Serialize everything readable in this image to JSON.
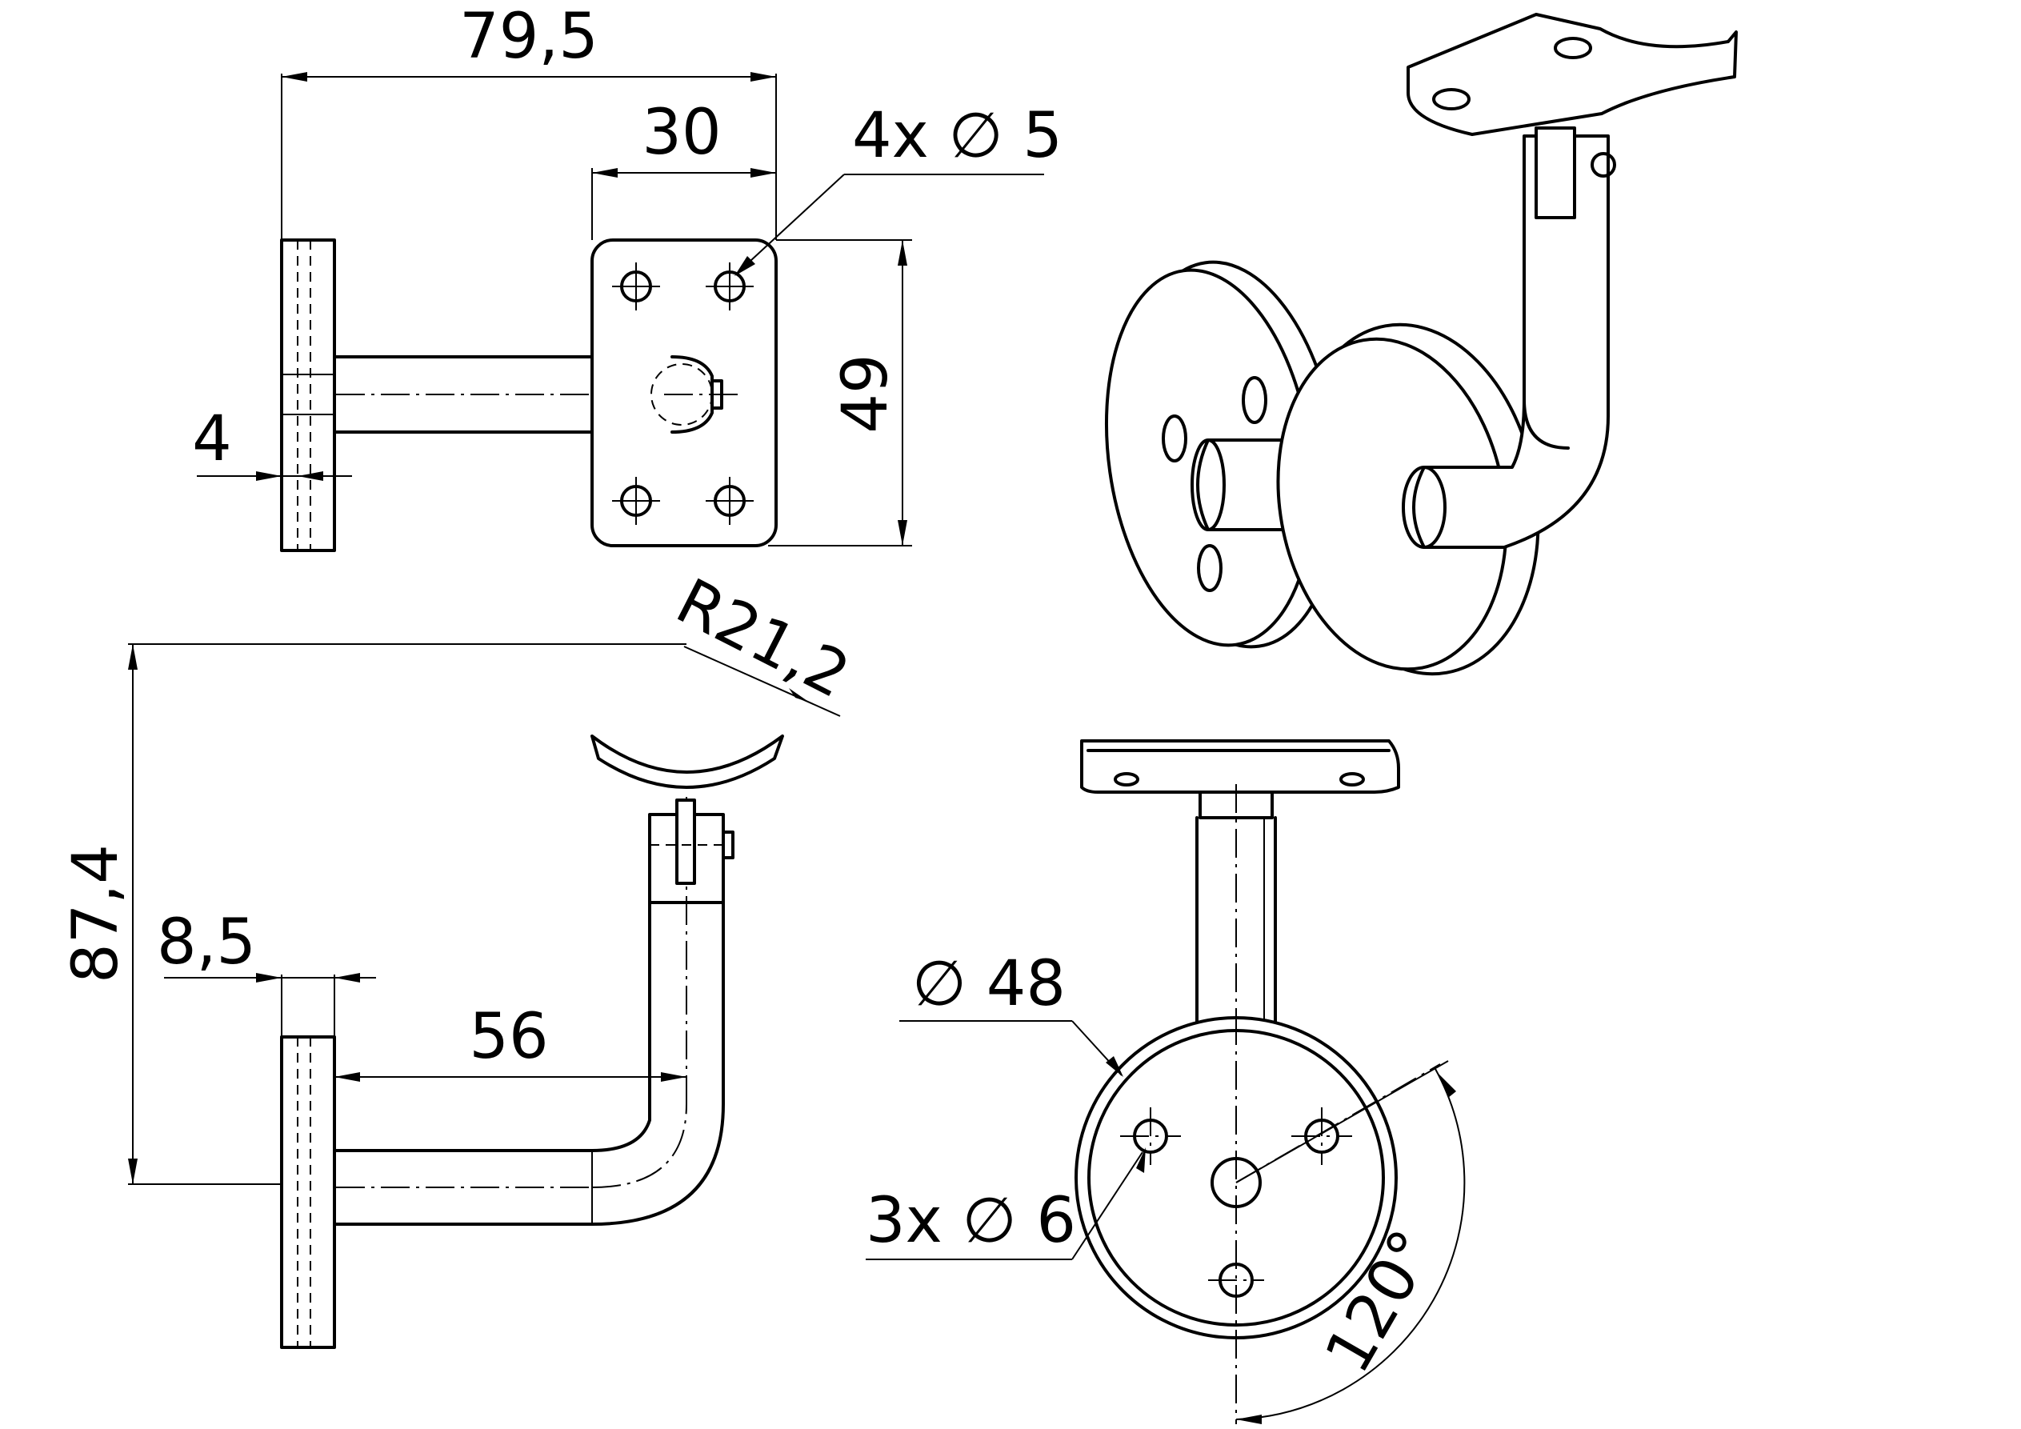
{
  "dimensions": {
    "overall_width": "79,5",
    "plate_width": "30",
    "hole_callout_plate": "4x ∅ 5",
    "plate_height": "49",
    "flange_thickness": "4",
    "saddle_radius": "R21,2",
    "total_height": "87,4",
    "flange_thickness_side": "8,5",
    "arm_length": "56",
    "flange_diameter": "∅ 48",
    "hole_callout_flange": "3x ∅ 6",
    "hole_angle": "120°"
  }
}
